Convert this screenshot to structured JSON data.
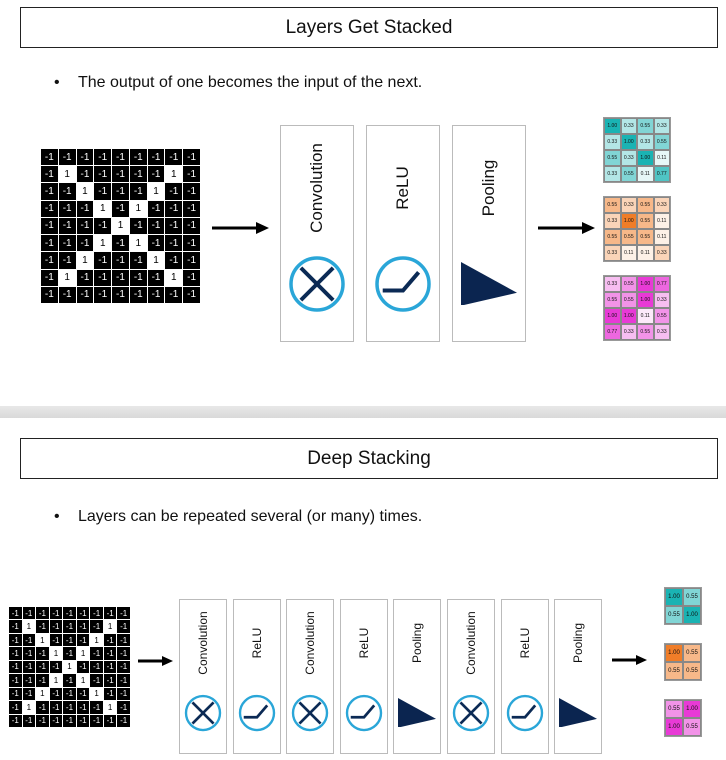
{
  "slide1": {
    "title": "Layers Get Stacked",
    "bullet": "The output of one becomes the input of the next.",
    "layers": [
      "Convolution",
      "ReLU",
      "Pooling"
    ]
  },
  "slide2": {
    "title": "Deep Stacking",
    "bullet": "Layers can be repeated several (or many) times.",
    "layers": [
      "Convolution",
      "ReLU",
      "Convolution",
      "ReLU",
      "Pooling",
      "Convolution",
      "ReLU",
      "Pooling"
    ]
  },
  "icons": {
    "Convolution": "conv-x-icon",
    "ReLU": "relu-icon",
    "Pooling": "pool-triangle-icon"
  },
  "input_image": [
    [
      -1,
      -1,
      -1,
      -1,
      -1,
      -1,
      -1,
      -1,
      -1
    ],
    [
      -1,
      1,
      -1,
      -1,
      -1,
      -1,
      -1,
      1,
      -1
    ],
    [
      -1,
      -1,
      1,
      -1,
      -1,
      -1,
      1,
      -1,
      -1
    ],
    [
      -1,
      -1,
      -1,
      1,
      -1,
      1,
      -1,
      -1,
      -1
    ],
    [
      -1,
      -1,
      -1,
      -1,
      1,
      -1,
      -1,
      -1,
      -1
    ],
    [
      -1,
      -1,
      -1,
      1,
      -1,
      1,
      -1,
      -1,
      -1
    ],
    [
      -1,
      -1,
      1,
      -1,
      -1,
      -1,
      1,
      -1,
      -1
    ],
    [
      -1,
      1,
      -1,
      -1,
      -1,
      -1,
      -1,
      1,
      -1
    ],
    [
      -1,
      -1,
      -1,
      -1,
      -1,
      -1,
      -1,
      -1,
      -1
    ]
  ],
  "feature_maps": [
    {
      "color": "#1ab3b3",
      "values": [
        [
          "1.00",
          "0.33",
          "0.55",
          "0.33"
        ],
        [
          "0.33",
          "1.00",
          "0.33",
          "0.55"
        ],
        [
          "0.55",
          "0.33",
          "1.00",
          "0.11"
        ],
        [
          "0.33",
          "0.55",
          "0.11",
          "0.77"
        ]
      ]
    },
    {
      "color": "#f07d28",
      "values": [
        [
          "0.55",
          "0.33",
          "0.55",
          "0.33"
        ],
        [
          "0.33",
          "1.00",
          "0.55",
          "0.11"
        ],
        [
          "0.55",
          "0.55",
          "0.55",
          "0.11"
        ],
        [
          "0.33",
          "0.11",
          "0.11",
          "0.33"
        ]
      ]
    },
    {
      "color": "#e83ad6",
      "values": [
        [
          "0.33",
          "0.55",
          "1.00",
          "0.77"
        ],
        [
          "0.55",
          "0.55",
          "1.00",
          "0.33"
        ],
        [
          "1.00",
          "1.00",
          "0.11",
          "0.55"
        ],
        [
          "0.77",
          "0.33",
          "0.55",
          "0.33"
        ]
      ]
    }
  ],
  "small_maps": [
    {
      "color": "#1ab3b3",
      "values": [
        [
          "1.00",
          "0.55"
        ],
        [
          "0.55",
          "1.00"
        ]
      ]
    },
    {
      "color": "#f07d28",
      "values": [
        [
          "1.00",
          "0.55"
        ],
        [
          "0.55",
          "0.55"
        ]
      ]
    },
    {
      "color": "#e83ad6",
      "values": [
        [
          "0.55",
          "1.00"
        ],
        [
          "1.00",
          "0.55"
        ]
      ]
    }
  ],
  "colors": {
    "icon_ring": "#2aa6d8",
    "icon_stroke": "#0b2a55",
    "pool": "#0b2550"
  }
}
